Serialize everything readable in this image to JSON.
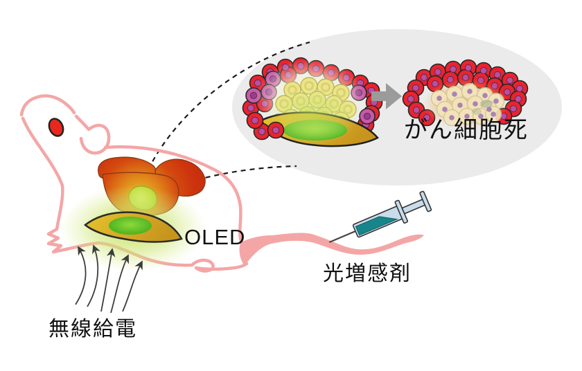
{
  "figure": {
    "labels": {
      "oled": "OLED",
      "wireless_power": "無線給電",
      "photosensitizer": "光増感剤",
      "cancer_cell_death": "がん細胞死"
    },
    "colors": {
      "bubble_bg": "#ebebeb",
      "mouse_outline": "#f4a6a6",
      "tail_fill": "#f4a6a6",
      "eye": "#e8281e",
      "liver_edge": "#cd340e",
      "tumor": "#bcd42c",
      "oled_gold": "#d9af25",
      "oled_green": "#49bd22",
      "cancer_cell": "#e8242e",
      "cancer_nucleus": "#b84fa0",
      "magenta_cell": "#c659a8",
      "magenta_nucleus": "#993c8c",
      "glowing_cell": "#ece584",
      "dying_cell": "#f3e6bd",
      "dying_nucleus": "#9a6fb2",
      "transition_arrow": "#9b9b9b",
      "field_arrow": "#3c3c3c",
      "callout_line": "#1a1a1a",
      "syringe_body": "#c9dcea",
      "syringe_liquid": "#17868b",
      "label_text": "#111111"
    }
  }
}
